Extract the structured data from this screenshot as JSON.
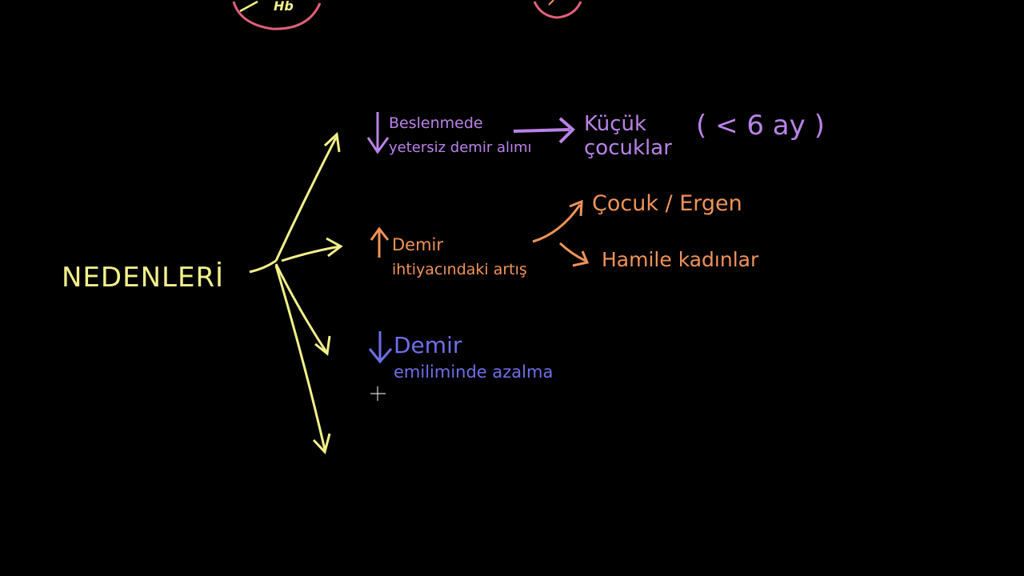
{
  "colors": {
    "background": "#000000",
    "yellow": "#f2f08a",
    "purple": "#b983e6",
    "orange": "#f0935a",
    "blue": "#6f6fe8",
    "pink": "#e0607a"
  },
  "top": {
    "hb_label": "Hb"
  },
  "root": {
    "label": "NEDENLERİ"
  },
  "branch1": {
    "direction": "down",
    "line1": "Beslenmede",
    "line2": "yetersiz demir alımı",
    "result_line1": "Küçük",
    "result_line2": "çocuklar",
    "note": "( < 6 ay )"
  },
  "branch2": {
    "direction": "up",
    "line1": "Demir",
    "line2": "ihtiyacındaki artış",
    "result1": "Çocuk / Ergen",
    "result2": "Hamile kadınlar"
  },
  "branch3": {
    "direction": "down",
    "line1": "Demir",
    "line2": "emiliminde azalma"
  }
}
